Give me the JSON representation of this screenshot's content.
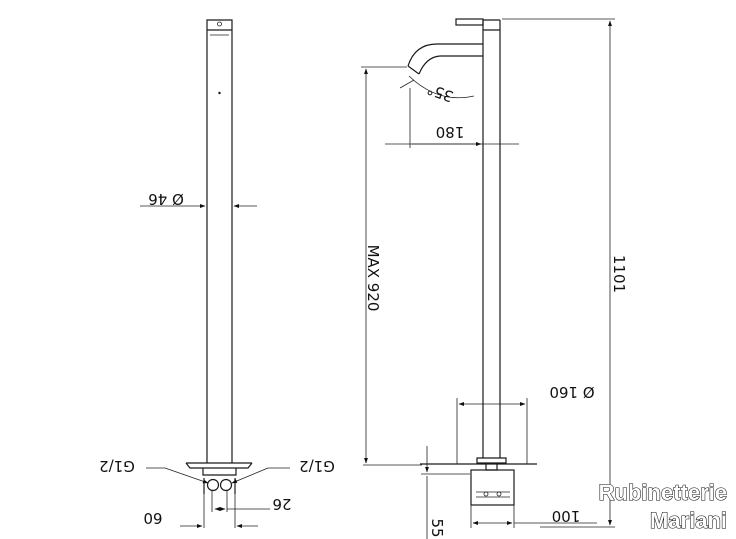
{
  "dimensions": {
    "diameter_body": "Ø 46",
    "g_left": "G1/2",
    "g_right": "G1/2",
    "d60": "60",
    "d26": "26",
    "max_height": "MAX 920",
    "angle": "35°",
    "d180": "180",
    "diameter_base": "Ø 160",
    "total_height": "1101",
    "d100": "100",
    "d55": "55"
  },
  "brand": {
    "line1": "Rubinetterie",
    "line2": "Mariani"
  }
}
